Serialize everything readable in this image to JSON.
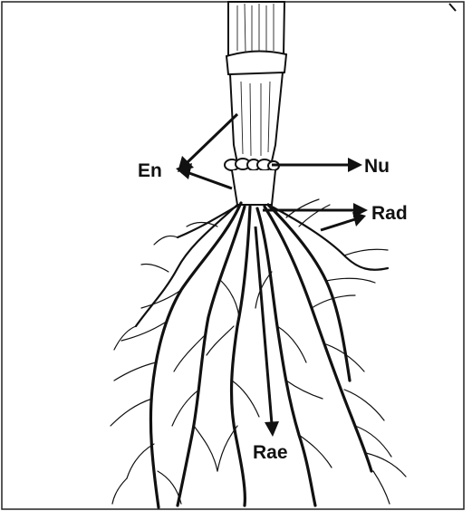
{
  "labels": {
    "en": "En",
    "nu": "Nu",
    "rad": "Rad",
    "rae": "Rae"
  },
  "colors": {
    "ink": "#111111",
    "background": "#ffffff"
  }
}
